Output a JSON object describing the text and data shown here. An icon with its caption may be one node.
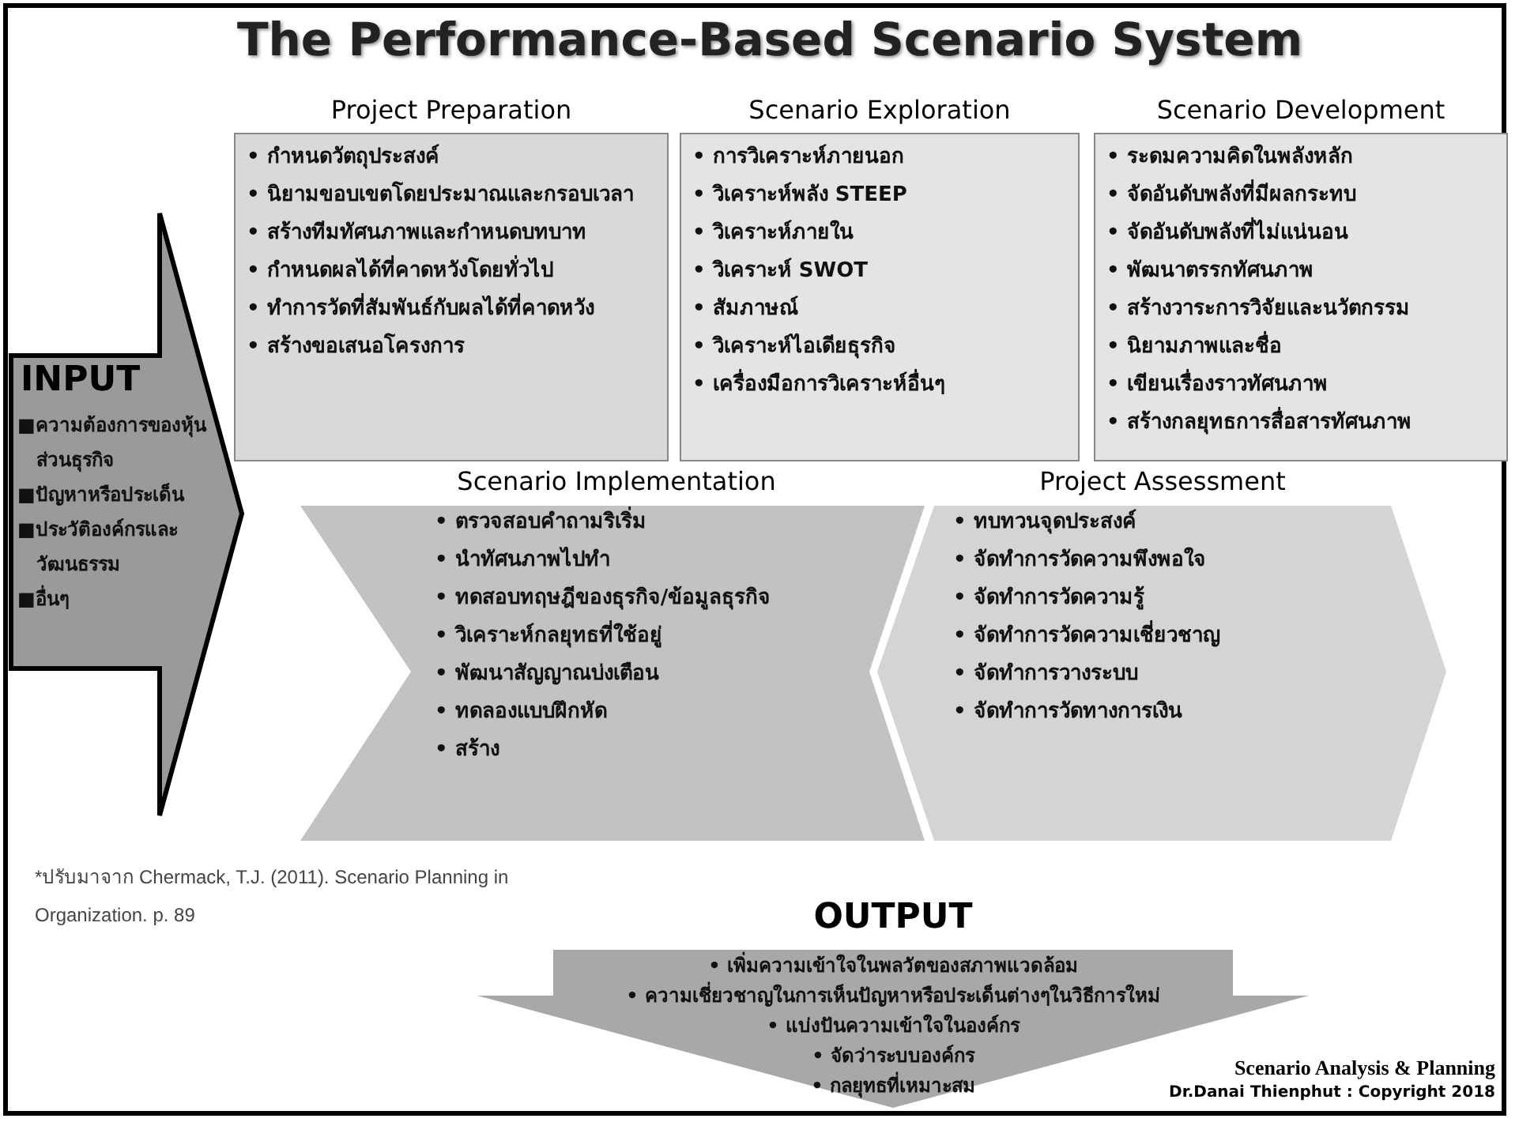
{
  "diagram": {
    "title": "The Performance-Based Scenario System",
    "nodes": [
      {
        "text": [
          "Project Preparation",
          "• กำหนดวัตถุประสงค์",
          "• นิยามขอบเขตโดยประมาณและกรอบเวลา",
          "• สร้างทีมทัศนภาพและกำหนดบทบาท",
          "• กำหนดผลได้ที่คาดหวังโดยทั่วไป",
          "• ทำการวัดที่สัมพันธ์กับผลได้ที่คาดหวัง",
          "• สร้างขอเสนอโครงการ"
        ]
      },
      {
        "text": [
          "Scenario Exploration",
          "• การวิเคราะห์ภายนอก",
          "• วิเคราะห์พลัง **STEEP**",
          "• วิเคราะห์ภายใน",
          "• วิเคราะห์ **SWOT**",
          "• สัมภาษณ์",
          "• วิเคราะห์ไอเดียธุรกิจ",
          "• เครื่องมือการวิเคราะห์อื่นๆ"
        ]
      },
      {
        "text": [
          "Scenario Development",
          "• ระดมความคิดในพลังหลัก",
          "• จัดอันดับพลังที่มีผลกระทบ",
          "• จัดอันดับพลังที่ไม่แน่นอน",
          "• พัฒนาตรรกทัศนภาพ",
          "• สร้างวาระการวิจัยและนวัตกรรม",
          "• นิยามภาพและชื่อ",
          "• เขียนเรื่องราวทัศนภาพ",
          "• สร้างกลยุทธการสื่อสารทัศนภาพ"
        ]
      },
      {
        "text": [
          "INPUT",
          "■ความต้องการของหุ้นส่วนธุรกิจ",
          "■ปัญหาหรือประเด็น",
          "■ประวัติองค์กรและวัฒนธรรม",
          "■อื่นๆ"
        ]
      },
      {
        "text": [
          "Scenario Implementation",
          "• ตรวจสอบคำถามริเริ่ม",
          "• นำทัศนภาพไปทำ",
          "• ทดสอบทฤษฎีของธุรกิจ/ข้อมูลธุรกิจ",
          "• วิเคราะห์กลยุทธที่ใช้อยู่",
          "• พัฒนาสัญญาณบ่งเตือน",
          "• ทดลองแบบฝึกหัด",
          "• สร้าง"
        ]
      },
      {
        "text": [
          "Project Assessment",
          "• ทบทวนจุดประสงค์",
          "• จัดทำการวัดความพึงพอใจ",
          "• จัดทำการวัดความรู้",
          "• จัดทำการวัดความเชี่ยวชาญ",
          "• จัดทำการวางระบบ",
          "• จัดทำการวัดทางการเงิน"
        ]
      },
      {
        "text": [
          "OUTPUT",
          "• เพิ่มความเข้าใจในพลวัตของสภาพแวดล้อม",
          "• ความเชี่ยวชาญในการเห็นปัญหาหรือประเด็นต่างๆในวิธีการใหม่",
          "• แบ่งปันความเข้าใจในองค์กร",
          "• จัดว่าระบบองค์กร",
          "• กลยุทธที่เหมาะสม"
        ]
      }
    ],
    "labels": [
      "*ปรับมาจาก Chermack, T.J. (2011). Scenario Planning in Organization. p. 89",
      "Scenario Analysis & Planning",
      "Dr.Danai Thienphut : Copyright 2018"
    ]
  }
}
